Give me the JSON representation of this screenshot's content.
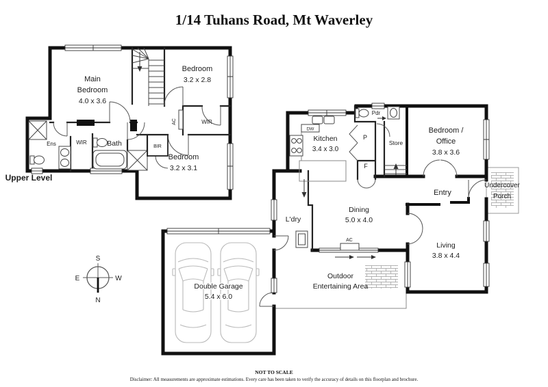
{
  "title": "1/14 Tuhans Road, Mt Waverley",
  "upper_level": {
    "label": "Upper Level",
    "rooms": {
      "main_bedroom": {
        "line1": "Main",
        "line2": "Bedroom",
        "dims": "4.0 x 3.6"
      },
      "bedroom_1": {
        "name": "Bedroom",
        "dims": "3.2 x 2.8"
      },
      "bedroom_2": {
        "name": "Bedroom",
        "dims": "3.2 x 3.1"
      },
      "bath": {
        "name": "Bath"
      },
      "ensuite": {
        "name": "Ens"
      },
      "wir_main": {
        "name": "WIR"
      },
      "wir_bedroom": {
        "name": "WIR"
      },
      "bir": {
        "name": "BIR"
      },
      "ac": {
        "name": "AC"
      }
    }
  },
  "ground_level": {
    "rooms": {
      "kitchen": {
        "name": "Kitchen",
        "dims": "3.4 x 3.0"
      },
      "dining": {
        "name": "Dining",
        "dims": "5.0 x 4.0"
      },
      "living": {
        "name": "Living",
        "dims": "3.8 x 4.4"
      },
      "bedroom_office": {
        "line1": "Bedroom /",
        "line2": "Office",
        "dims": "3.8 x 3.6"
      },
      "double_garage": {
        "name": "Double Garage",
        "dims": "5.4 x 6.0"
      },
      "outdoor": {
        "line1": "Outdoor",
        "line2": "Entertaining Area"
      },
      "porch": {
        "line1": "Undercover",
        "line2": "Porch"
      },
      "entry": {
        "name": "Entry"
      },
      "laundry": {
        "name": "L'dry"
      },
      "powder": {
        "name": "Pdr"
      },
      "store": {
        "name": "Store"
      },
      "pantry": {
        "name": "P"
      },
      "fridge": {
        "name": "F"
      },
      "dishwasher": {
        "name": "DW"
      },
      "ac": {
        "name": "AC"
      }
    }
  },
  "compass": {
    "north": "N",
    "south": "S",
    "east": "E",
    "west": "W"
  },
  "footer": {
    "scale_note": "NOT TO SCALE",
    "disclaimer": "Disclaimer: All measurements are approximate estimations. Every care has been taken to verify the accuracy of details on this floorplan and brochure."
  }
}
